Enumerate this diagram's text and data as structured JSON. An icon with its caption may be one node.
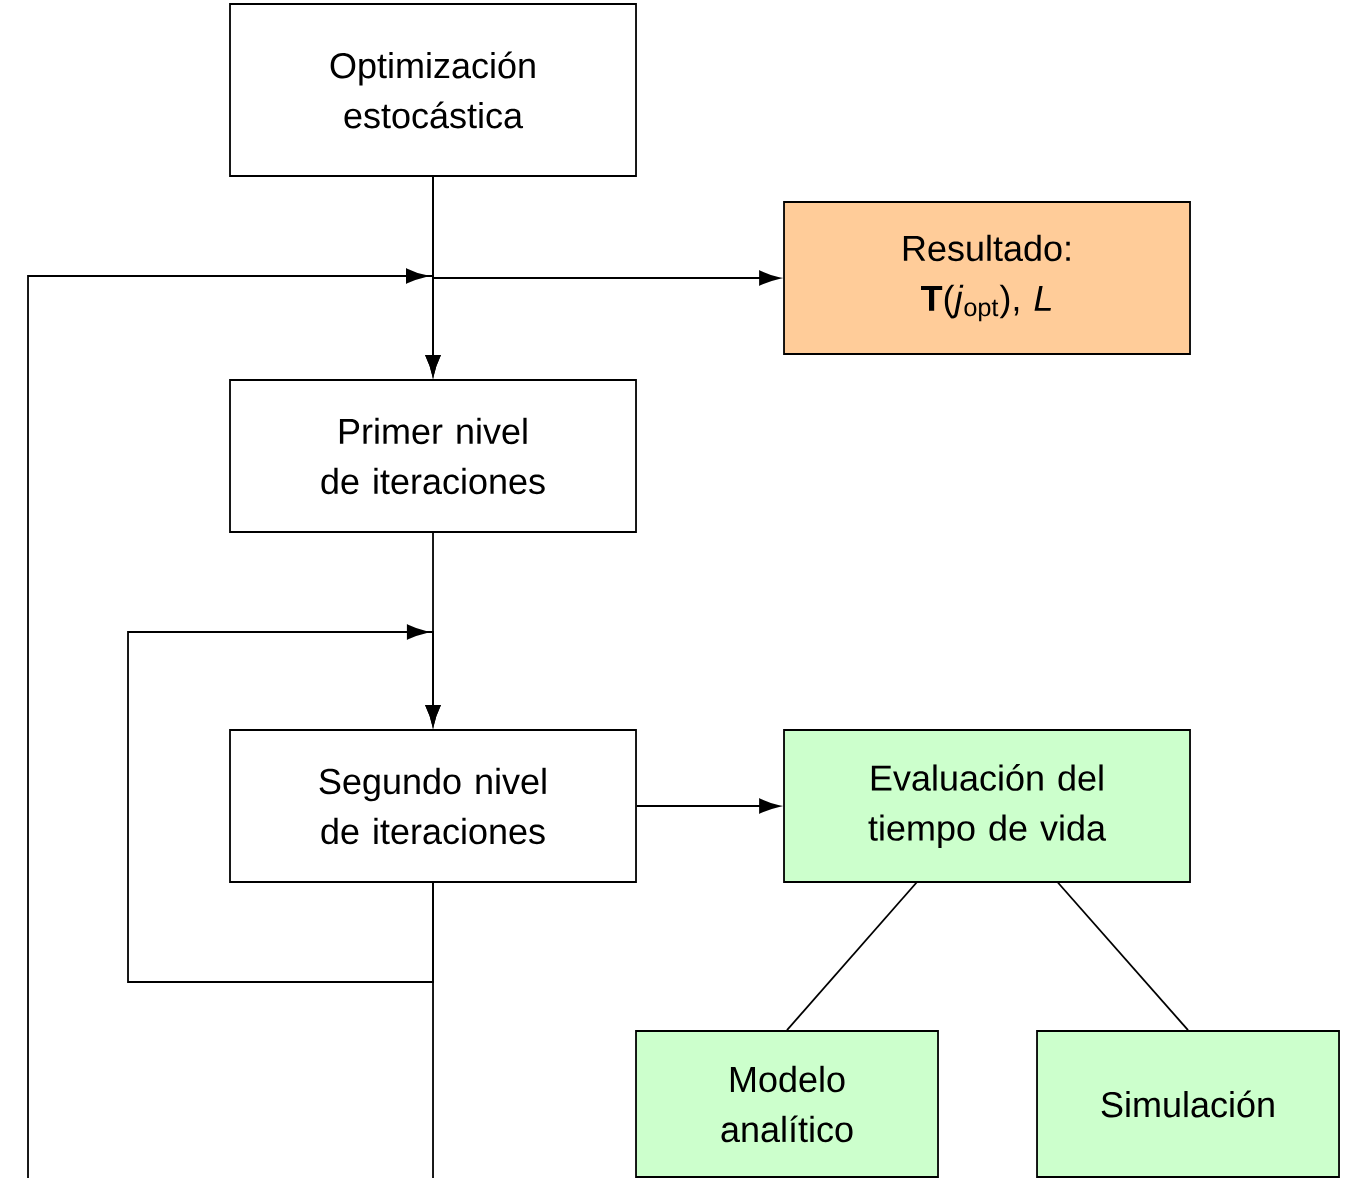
{
  "diagram": {
    "nodes": [
      {
        "text": [
          "Optimización estocástica"
        ]
      },
      {
        "text": [
          "Resultado:",
          "**T**(*j*$_{opt}$), *L*"
        ]
      },
      {
        "text": [
          "Primer nivel de iteraciones"
        ]
      },
      {
        "text": [
          "Segundo nivel de iteraciones"
        ]
      },
      {
        "text": [
          "Evaluación del tiempo de vida"
        ]
      },
      {
        "text": [
          "Modelo analítico"
        ]
      },
      {
        "text": [
          "Simulación"
        ]
      }
    ],
    "edges": [
      {
        "from": 0,
        "to": 2,
        "arrow": "to"
      },
      {
        "from": 0,
        "to": 1,
        "arrow": "to"
      },
      {
        "from": null,
        "to": 2,
        "arrow": "to"
      },
      {
        "from": 2,
        "to": 3,
        "arrow": "to"
      },
      {
        "from": 3,
        "to": 3,
        "arrow": "to"
      },
      {
        "from": 3,
        "to": null,
        "arrow": "none"
      },
      {
        "from": 3,
        "to": 4,
        "arrow": "to"
      },
      {
        "from": 4,
        "to": 5,
        "arrow": "none"
      },
      {
        "from": 4,
        "to": 6,
        "arrow": "none"
      }
    ]
  }
}
